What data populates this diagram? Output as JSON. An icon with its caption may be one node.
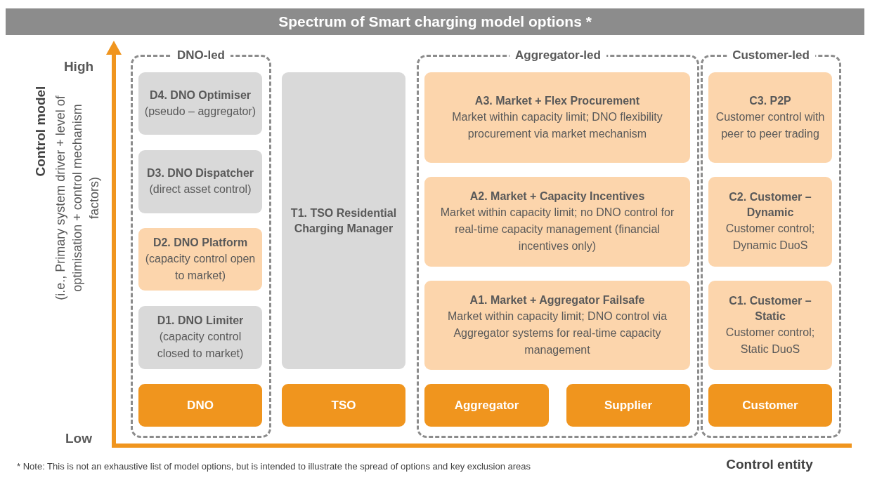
{
  "diagram": {
    "title": "Spectrum of Smart charging model options *",
    "nodes": [
      {
        "text": [
          "DNO-led"
        ]
      },
      {
        "text": [
          "D4. DNO Optimiser",
          "(pseudo – aggregator)"
        ],
        "in": 0
      },
      {
        "text": [
          "D3. DNO Dispatcher",
          "(direct asset control)"
        ],
        "in": 0
      },
      {
        "text": [
          "D2. DNO Platform",
          "(capacity control open to market)"
        ],
        "in": 0
      },
      {
        "text": [
          "D1. DNO Limiter",
          "(capacity control closed to market)"
        ],
        "in": 0
      },
      {
        "text": [
          "DNO"
        ],
        "in": 0
      },
      {
        "text": [
          "T1. TSO Residential Charging Manager"
        ]
      },
      {
        "text": [
          "TSO"
        ]
      },
      {
        "text": [
          "Aggregator-led"
        ]
      },
      {
        "text": [
          "A3. Market + Flex Procurement",
          "Market within capacity limit; DNO flexibility procurement via market mechanism"
        ],
        "in": 8
      },
      {
        "text": [
          "A2. Market + Capacity Incentives",
          "Market within capacity limit; no DNO control for real-time capacity management (financial incentives only)"
        ],
        "in": 8
      },
      {
        "text": [
          "A1. Market + Aggregator Failsafe",
          "Market within capacity limit; DNO control via Aggregator systems for real-time capacity management"
        ],
        "in": 8
      },
      {
        "text": [
          "Aggregator"
        ],
        "in": 8
      },
      {
        "text": [
          "Supplier"
        ],
        "in": 8
      },
      {
        "text": [
          "Customer-led"
        ]
      },
      {
        "text": [
          "C3. P2P",
          "Customer control with peer to peer trading"
        ],
        "in": 14
      },
      {
        "text": [
          "C2. Customer – Dynamic",
          "Customer control; Dynamic DuoS"
        ],
        "in": 14
      },
      {
        "text": [
          "C1. Customer – Static",
          "Customer control; Static DuoS"
        ],
        "in": 14
      },
      {
        "text": [
          "Customer"
        ],
        "in": 14
      }
    ],
    "edges": [],
    "labels": [
      "High",
      "Low",
      "Control model",
      "(i.e., Primary system driver + level of optimisation + control mechanism factors)",
      "Control entity",
      "* Note: This is not an exhaustive list of model options, but is intended to illustrate the spread of options and key exclusion areas"
    ]
  }
}
